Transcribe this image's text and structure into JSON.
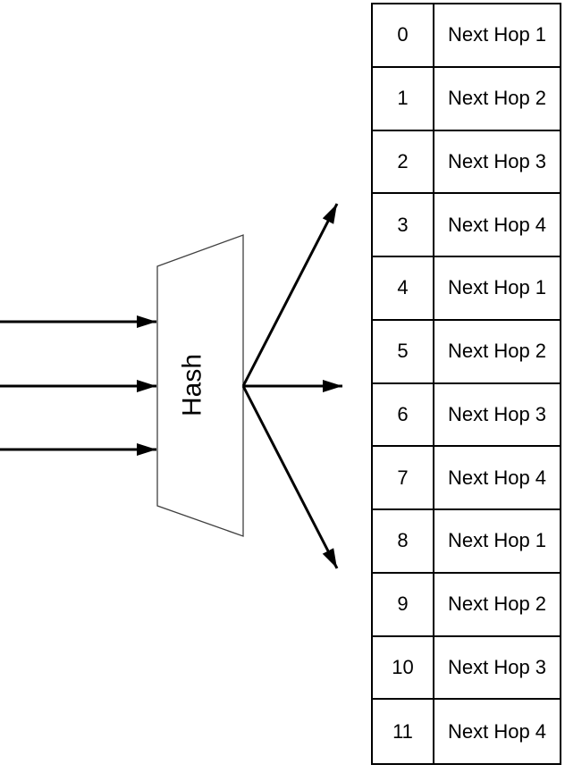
{
  "diagram": {
    "hash_label": "Hash"
  },
  "table": {
    "rows": [
      {
        "index": "0",
        "next_hop": "Next Hop 1"
      },
      {
        "index": "1",
        "next_hop": "Next Hop 2"
      },
      {
        "index": "2",
        "next_hop": "Next Hop 3"
      },
      {
        "index": "3",
        "next_hop": "Next Hop 4"
      },
      {
        "index": "4",
        "next_hop": "Next Hop 1"
      },
      {
        "index": "5",
        "next_hop": "Next Hop 2"
      },
      {
        "index": "6",
        "next_hop": "Next Hop 3"
      },
      {
        "index": "7",
        "next_hop": "Next Hop 4"
      },
      {
        "index": "8",
        "next_hop": "Next Hop 1"
      },
      {
        "index": "9",
        "next_hop": "Next Hop 2"
      },
      {
        "index": "10",
        "next_hop": "Next Hop 3"
      },
      {
        "index": "11",
        "next_hop": "Next Hop 4"
      }
    ]
  },
  "colors": {
    "line": "#000000",
    "trapezoid_stroke": "#404040",
    "background": "#ffffff",
    "text": "#000000"
  }
}
